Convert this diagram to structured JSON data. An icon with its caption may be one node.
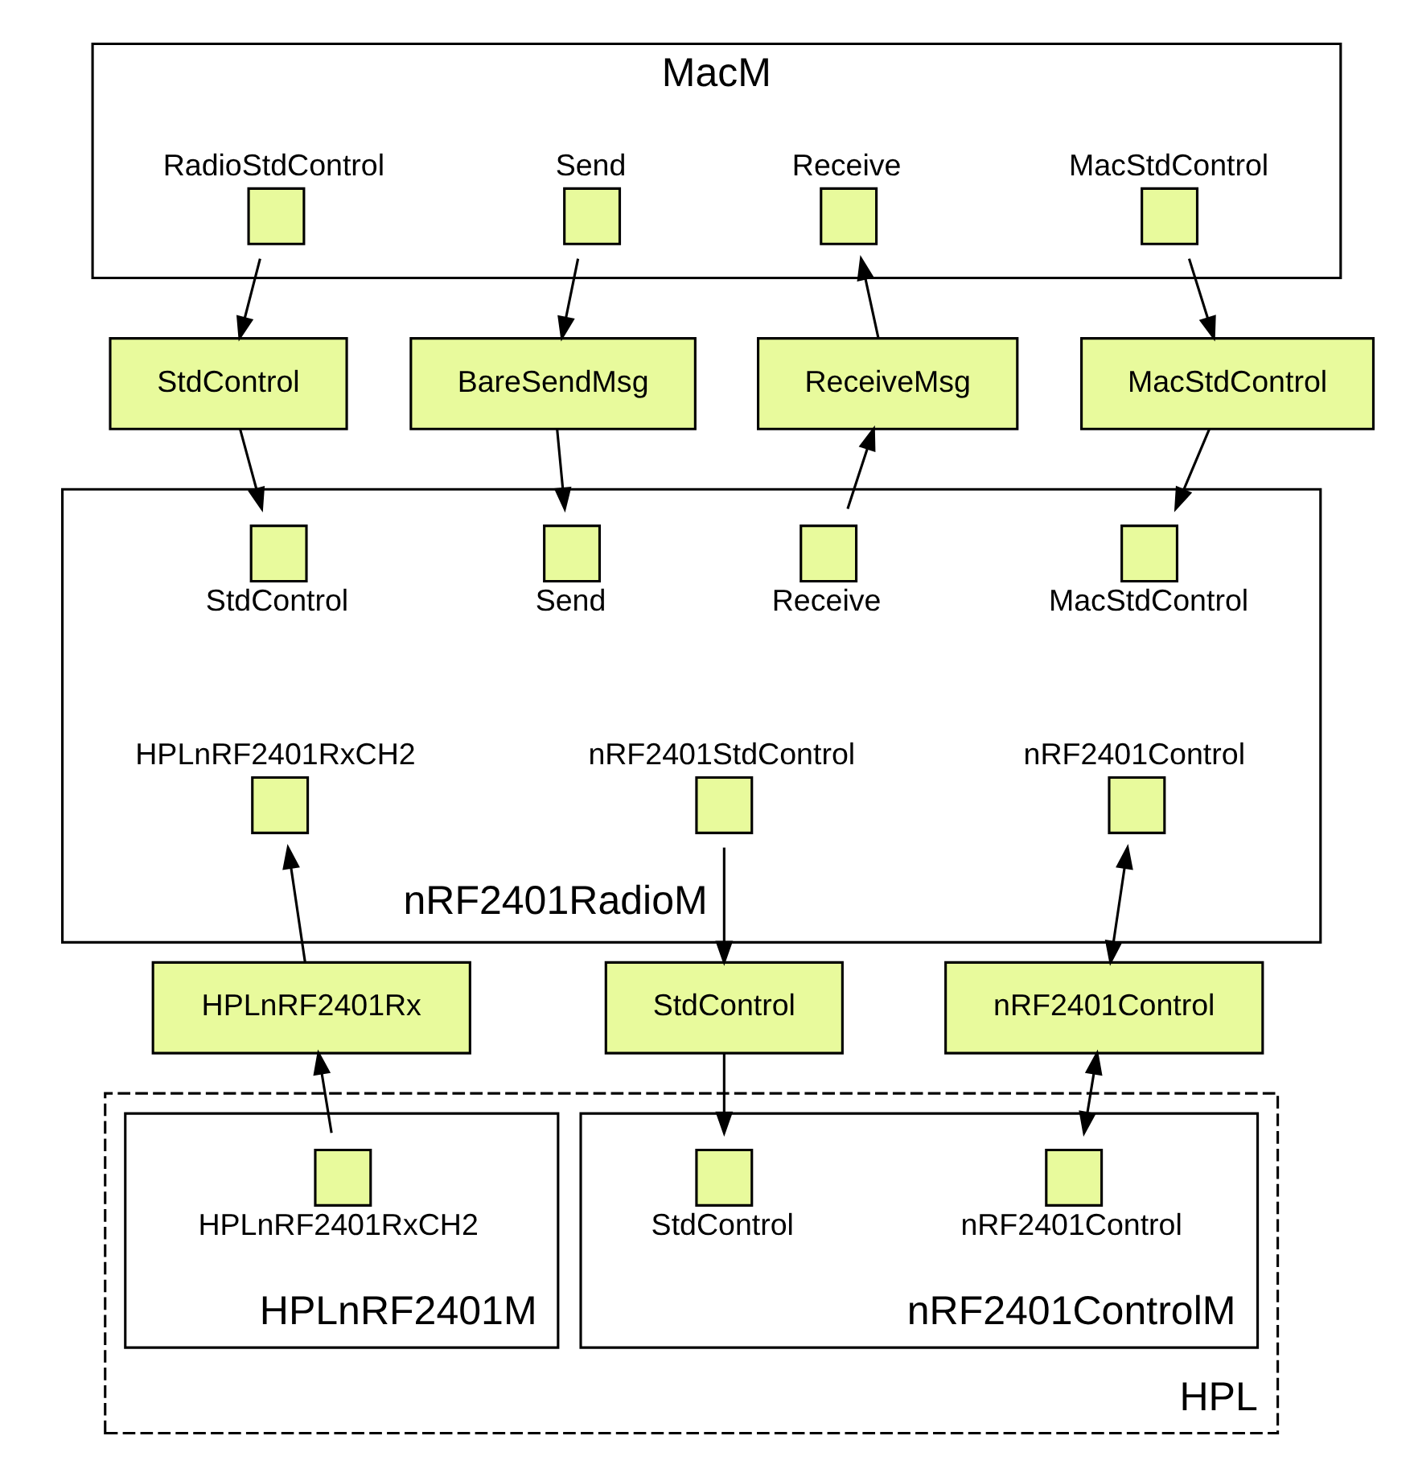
{
  "diagram": {
    "nodes": [
      {
        "text": [
          "MacM"
        ]
      },
      {
        "text": [],
        "shape": "box",
        "in": 0,
        "beside": [
          "RadioStdControl"
        ]
      },
      {
        "text": [],
        "shape": "box",
        "in": 0,
        "beside": [
          "Send"
        ]
      },
      {
        "text": [],
        "shape": "box",
        "in": 0,
        "beside": [
          "Receive"
        ]
      },
      {
        "text": [],
        "shape": "box",
        "in": 0,
        "beside": [
          "MacStdControl"
        ]
      },
      {
        "text": [
          "StdControl"
        ]
      },
      {
        "text": [
          "BareSendMsg"
        ]
      },
      {
        "text": [
          "ReceiveMsg"
        ]
      },
      {
        "text": [
          "MacStdControl"
        ]
      },
      {
        "text": [
          "nRF2401RadioM"
        ]
      },
      {
        "text": [],
        "shape": "box",
        "in": 9,
        "beside": [
          "StdControl"
        ]
      },
      {
        "text": [],
        "shape": "box",
        "in": 9,
        "beside": [
          "Send"
        ]
      },
      {
        "text": [],
        "shape": "box",
        "in": 9,
        "beside": [
          "Receive"
        ]
      },
      {
        "text": [],
        "shape": "box",
        "in": 9,
        "beside": [
          "MacStdControl"
        ]
      },
      {
        "text": [],
        "shape": "box",
        "in": 9,
        "beside": [
          "HPLnRF2401RxCH2"
        ]
      },
      {
        "text": [],
        "shape": "box",
        "in": 9,
        "beside": [
          "nRF2401StdControl"
        ]
      },
      {
        "text": [],
        "shape": "box",
        "in": 9,
        "beside": [
          "nRF2401Control"
        ]
      },
      {
        "text": [
          "HPLnRF2401Rx"
        ]
      },
      {
        "text": [
          "StdControl"
        ]
      },
      {
        "text": [
          "nRF2401Control"
        ]
      },
      {
        "text": [
          "HPL"
        ]
      },
      {
        "text": [
          "HPLnRF2401M"
        ],
        "in": 20
      },
      {
        "text": [],
        "shape": "box",
        "in": 21,
        "beside": [
          "HPLnRF2401RxCH2"
        ]
      },
      {
        "text": [
          "nRF2401ControlM"
        ],
        "in": 20
      },
      {
        "text": [],
        "shape": "box",
        "in": 23,
        "beside": [
          "StdControl"
        ]
      },
      {
        "text": [],
        "shape": "box",
        "in": 23,
        "beside": [
          "nRF2401Control"
        ]
      }
    ],
    "edges": [
      {
        "from": 1,
        "to": 5,
        "arrow": "to"
      },
      {
        "from": 2,
        "to": 6,
        "arrow": "to"
      },
      {
        "from": 7,
        "to": 3,
        "arrow": "to"
      },
      {
        "from": 4,
        "to": 8,
        "arrow": "to"
      },
      {
        "from": 5,
        "to": 10,
        "arrow": "to"
      },
      {
        "from": 6,
        "to": 11,
        "arrow": "to"
      },
      {
        "from": 12,
        "to": 7,
        "arrow": "to"
      },
      {
        "from": 8,
        "to": 13,
        "arrow": "to"
      },
      {
        "from": 17,
        "to": 14,
        "arrow": "to"
      },
      {
        "from": 15,
        "to": 18,
        "arrow": "to"
      },
      {
        "from": 16,
        "to": 19,
        "arrow": "both"
      },
      {
        "from": 22,
        "to": 17,
        "arrow": "to"
      },
      {
        "from": 18,
        "to": 24,
        "arrow": "to"
      },
      {
        "from": 19,
        "to": 25,
        "arrow": "both"
      }
    ]
  }
}
